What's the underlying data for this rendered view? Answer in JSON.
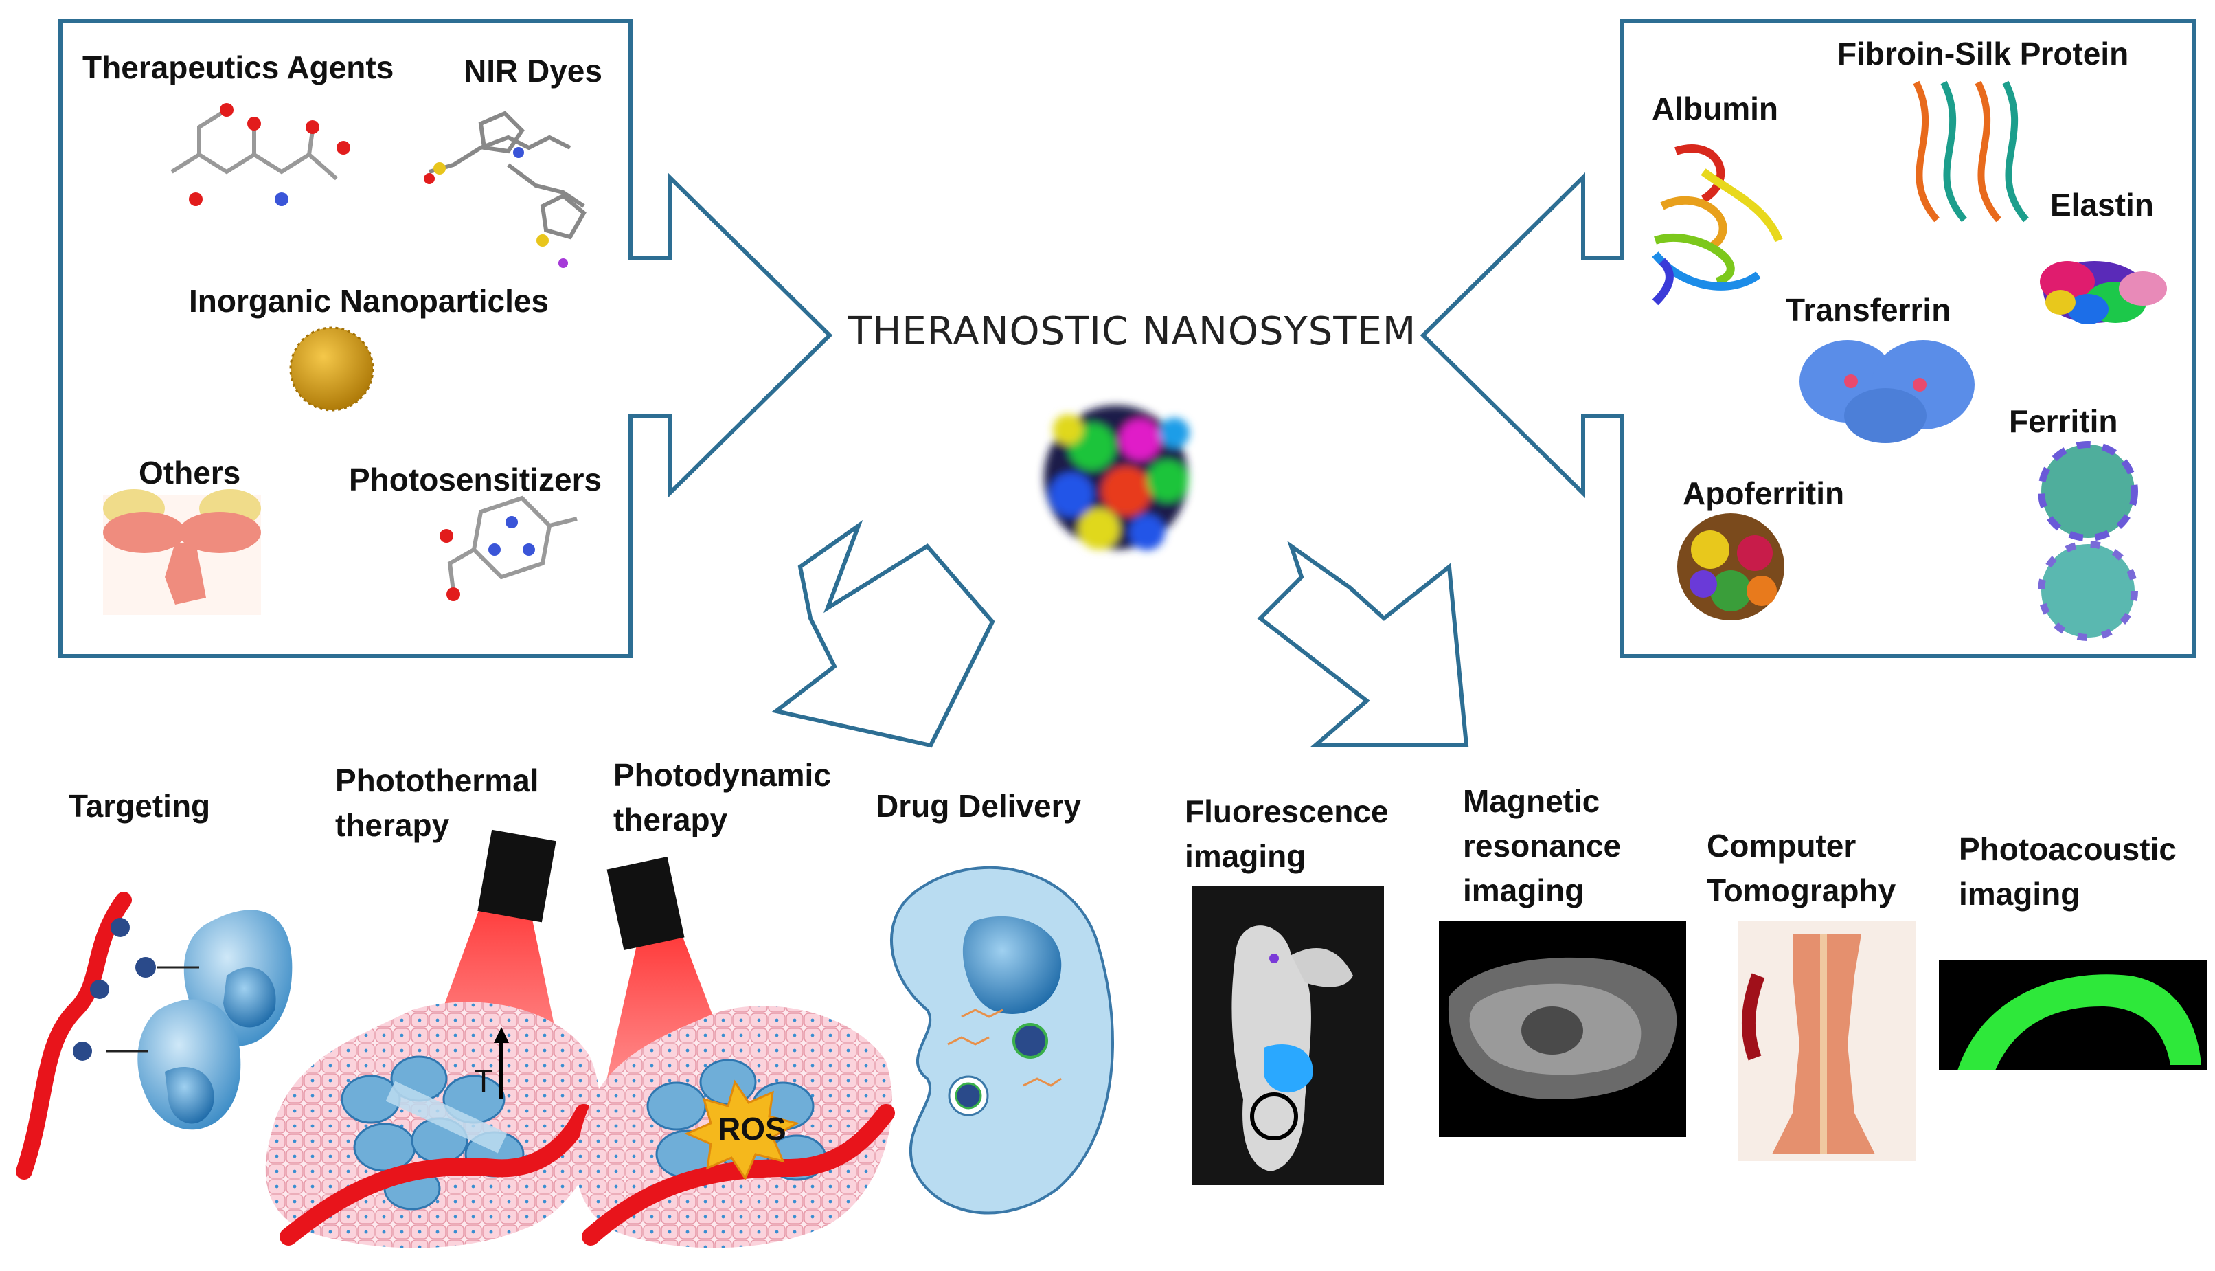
{
  "center": {
    "title": "THERANOSTIC NANOSYSTEM"
  },
  "left_box": {
    "therapeutics": "Therapeutics Agents",
    "nir_dyes": "NIR Dyes",
    "inorganic": "Inorganic Nanoparticles",
    "others": "Others",
    "photosensitizers": "Photosensitizers"
  },
  "right_box": {
    "fibroin": "Fibroin-Silk Protein",
    "albumin": "Albumin",
    "elastin": "Elastin",
    "transferrin": "Transferrin",
    "ferritin": "Ferritin",
    "apoferritin": "Apoferritin"
  },
  "therapy": {
    "targeting": "Targeting",
    "photothermal": [
      "Photothermal",
      "therapy"
    ],
    "photodynamic": [
      "Photodynamic",
      "therapy"
    ],
    "drug_delivery": "Drug Delivery",
    "t_label": "T",
    "ros_label": "ROS"
  },
  "imaging": {
    "fluorescence": [
      "Fluorescence",
      "imaging"
    ],
    "mri": [
      "Magnetic",
      "resonance",
      "imaging"
    ],
    "ct": [
      "Computer",
      "Tomography"
    ],
    "photoacoustic": [
      "Photoacoustic",
      "imaging"
    ]
  },
  "colors": {
    "frame": "#2d6e93",
    "laser": "#ff2a2a",
    "vessel": "#e8141b",
    "cell": "#5aa6d8",
    "gold": "#d9a11a"
  }
}
